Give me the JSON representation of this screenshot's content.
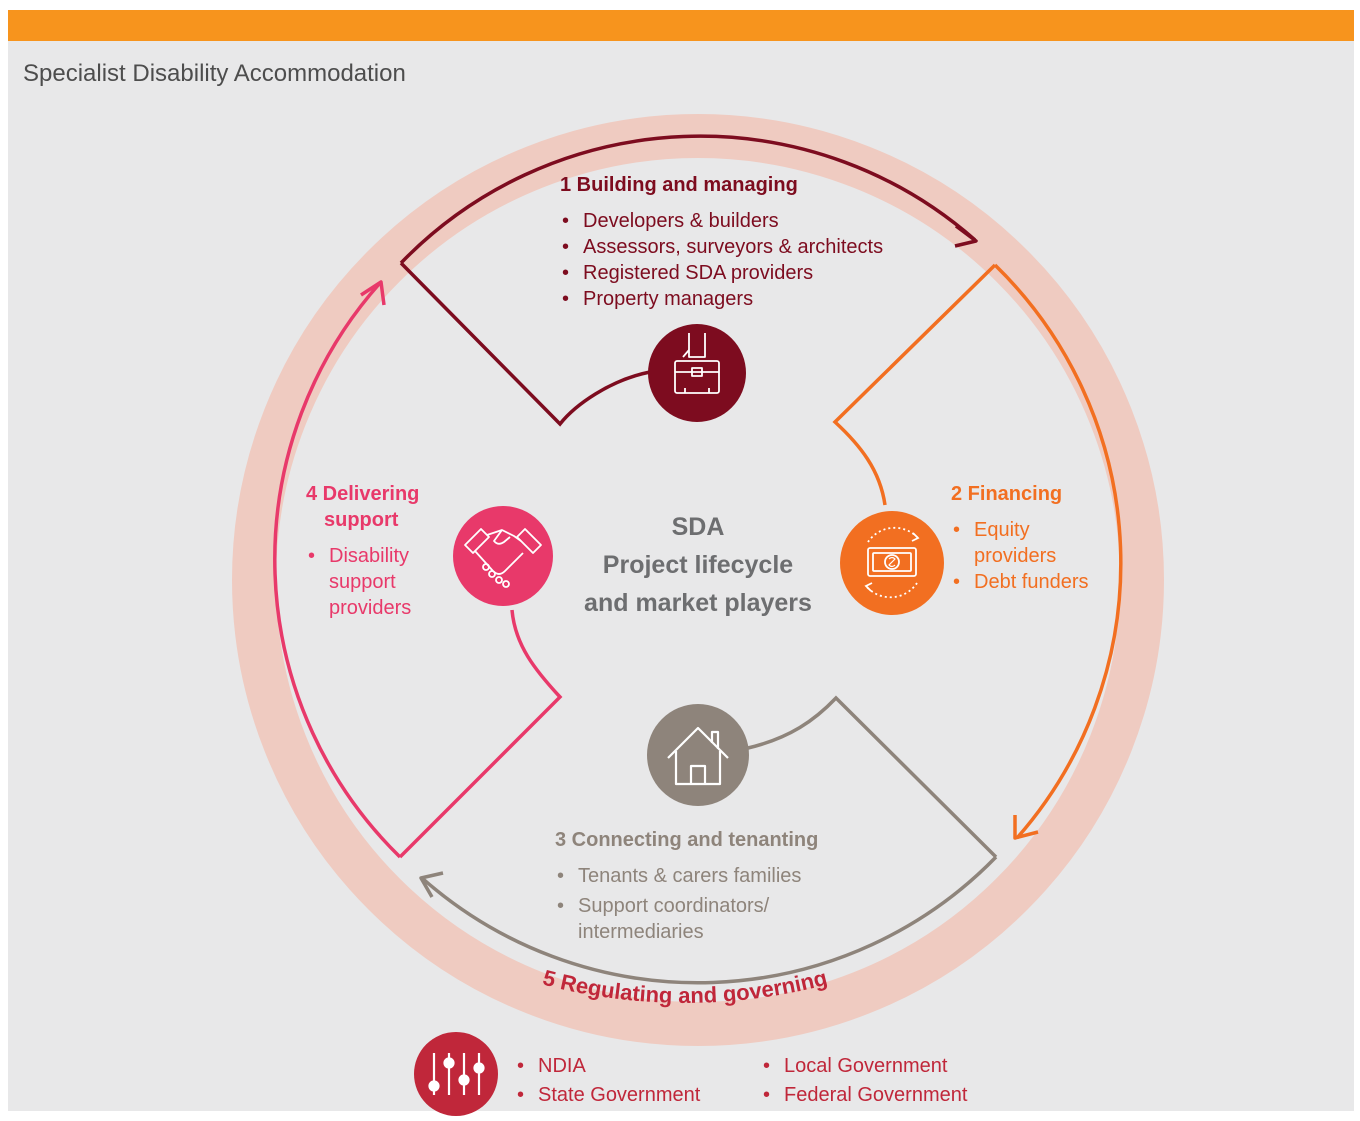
{
  "page_title": "Specialist Disability Accommodation",
  "center": {
    "line1": "SDA",
    "line2": "Project lifecycle",
    "line3": "and market players"
  },
  "stages": {
    "building": {
      "title": "1 Building and managing",
      "items": [
        "Developers & builders",
        "Assessors, surveyors & architects",
        "Registered SDA providers",
        "Property managers"
      ],
      "icon": "briefcase-icon",
      "color": "#7d0c1f"
    },
    "financing": {
      "title": "2 Financing",
      "items": [
        "Equity providers",
        "Debt funders"
      ],
      "icon": "money-cycle-icon",
      "color": "#f26f21"
    },
    "connecting": {
      "title": "3 Connecting and tenanting",
      "items": [
        "Tenants & carers families",
        "Support coordinators/ intermediaries"
      ],
      "icon": "house-icon",
      "color": "#8e847b"
    },
    "delivering": {
      "title_line1": "4 Delivering",
      "title_line2": "support",
      "items": [
        "Disability support providers"
      ],
      "icon": "handshake-icon",
      "color": "#e8396a"
    },
    "regulating": {
      "title": "5 Regulating and governing",
      "items": [
        "NDIA",
        "State Government",
        "Local Government",
        "Federal Government"
      ],
      "icon": "sliders-icon",
      "color": "#c0273a"
    }
  },
  "colors": {
    "accent_bar": "#f7941d",
    "ring": "#efcbc1",
    "background": "#e8e8e9"
  }
}
